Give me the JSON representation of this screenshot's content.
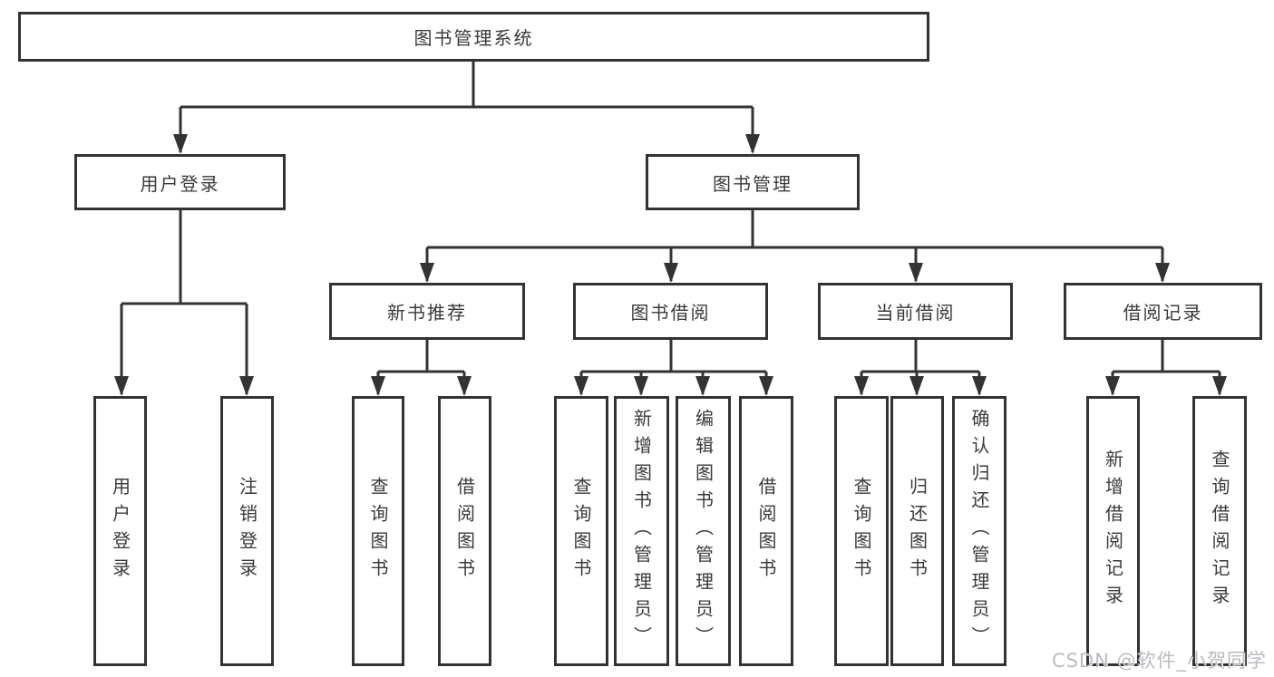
{
  "diagram_title": "图书管理系统",
  "diagram_type": "hierarchy-tree",
  "colors": {
    "background": "#ffffff",
    "box_border": "#333333",
    "line": "#333333",
    "text": "#3a3a3a",
    "watermark": "#b9bcc1"
  },
  "nodes": {
    "root": {
      "label": "图书管理系统"
    },
    "level2": [
      {
        "label": "用户登录",
        "parent": "图书管理系统"
      },
      {
        "label": "图书管理",
        "parent": "图书管理系统"
      }
    ],
    "level3": [
      {
        "label": "新书推荐",
        "parent": "图书管理"
      },
      {
        "label": "图书借阅",
        "parent": "图书管理"
      },
      {
        "label": "当前借阅",
        "parent": "图书管理"
      },
      {
        "label": "借阅记录",
        "parent": "图书管理"
      }
    ],
    "leaves": [
      {
        "label": "用户登录",
        "parent": "用户登录"
      },
      {
        "label": "注销登录",
        "parent": "用户登录"
      },
      {
        "label": "查询图书",
        "parent": "新书推荐"
      },
      {
        "label": "借阅图书",
        "parent": "新书推荐"
      },
      {
        "label": "查询图书",
        "parent": "图书借阅"
      },
      {
        "label": "新增图书（管理员）",
        "parent": "图书借阅"
      },
      {
        "label": "编辑图书（管理员）",
        "parent": "图书借阅"
      },
      {
        "label": "借阅图书",
        "parent": "图书借阅"
      },
      {
        "label": "查询图书",
        "parent": "当前借阅"
      },
      {
        "label": "归还图书",
        "parent": "当前借阅"
      },
      {
        "label": "确认归还（管理员）",
        "parent": "当前借阅"
      },
      {
        "label": "新增借阅记录",
        "parent": "借阅记录"
      },
      {
        "label": "查询借阅记录",
        "parent": "借阅记录"
      }
    ]
  },
  "watermark": "CSDN @软件_小贺同学"
}
